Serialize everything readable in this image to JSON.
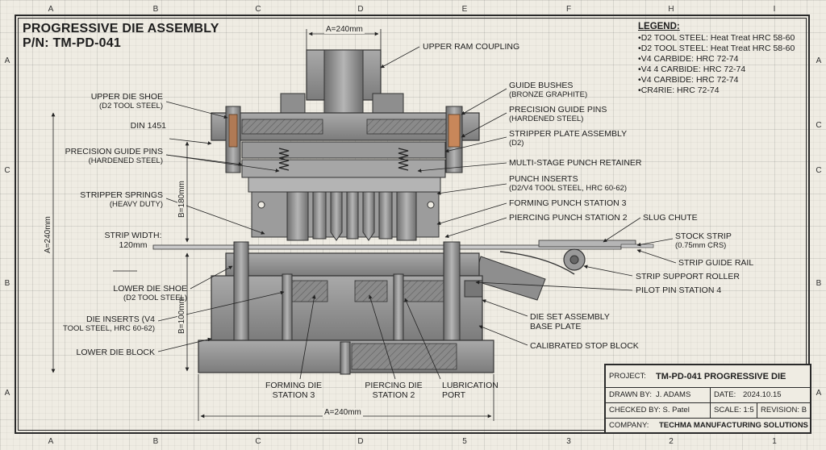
{
  "title": {
    "line1": "PROGRESSIVE DIE ASSEMBLY",
    "line2": "P/N: TM-PD-041"
  },
  "zones": {
    "top": [
      "A",
      "B",
      "C",
      "D",
      "E",
      "F",
      "H",
      "I"
    ],
    "bottom": [
      "A",
      "B",
      "C",
      "D",
      "5",
      "3",
      "2",
      "1"
    ],
    "left": [
      "A",
      "C",
      "B",
      "A"
    ],
    "right": [
      "A",
      "C",
      "C",
      "B",
      "A"
    ]
  },
  "legend": {
    "heading": "LEGEND:",
    "items": [
      "D2 TOOL STEEL: Heat Treat HRC 58-60",
      "D2 TOOL STEEL: Heat Treat HRC 58-60",
      "V4 CARBIDE: HRC 72-74",
      "V4 4 CARBIDE: HRC 72-74",
      "V4 CARBIDE: HRC 72-74",
      "CR4RIE: HRC 72-74"
    ]
  },
  "dimensions": {
    "top_width": "A=240mm",
    "bottom_width": "A=240mm",
    "height_total": "A=240mm",
    "upper_height": "B=180mm",
    "lower_height": "B=100mm",
    "strip_width_label": "STRIP WIDTH:",
    "strip_width_value": "120mm"
  },
  "labels_left": {
    "upper_die_shoe": "UPPER DIE SHOE",
    "upper_die_shoe_sub": "(D2 TOOL STEEL)",
    "din": "DIN 1451",
    "precision_guide_pins": "PRECISION GUIDE PINS",
    "precision_guide_pins_sub": "(HARDENED STEEL)",
    "stripper_springs": "STRIPPER SPRINGS",
    "stripper_springs_sub": "(HEAVY DUTY)",
    "lower_die_shoe": "LOWER DIE SHOE",
    "lower_die_shoe_sub": "(D2 TOOL STEEL)",
    "die_inserts": "DIE INSERTS (V4",
    "die_inserts_sub": "TOOL STEEL, HRC 60-62)",
    "lower_die_block": "LOWER DIE BLOCK"
  },
  "labels_right": {
    "upper_ram_coupling": "UPPER RAM COUPLING",
    "guide_bushes": "GUIDE BUSHES",
    "guide_bushes_sub": "(BRONZE GRAPHITE)",
    "precision_guide_pins": "PRECISION GUIDE PINS",
    "precision_guide_pins_sub": "(HARDENED STEEL)",
    "stripper_plate_assembly": "STRIPPER PLATE ASSEMBLY",
    "stripper_plate_assembly_sub": "(D2)",
    "multi_stage_punch_retainer": "MULTI-STAGE PUNCH RETAINER",
    "punch_inserts": "PUNCH INSERTS",
    "punch_inserts_sub": "(D2/V4 TOOL STEEL, HRC 60-62)",
    "forming_punch_station_3": "FORMING PUNCH STATION 3",
    "piercing_punch_station_2": "PIERCING PUNCH STATION 2",
    "slug_chute": "SLUG CHUTE",
    "stock_strip": "STOCK STRIP",
    "stock_strip_sub": "(0.75mm CRS)",
    "strip_guide_rail": "STRIP GUIDE RAIL",
    "strip_support_roller": "STRIP SUPPORT ROLLER",
    "pilot_pin_station_4": "PILOT PIN STATION 4",
    "die_set_assembly": "DIE SET ASSEMBLY",
    "die_set_assembly_sub": "BASE PLATE",
    "calibrated_stop_block": "CALIBRATED STOP BLOCK"
  },
  "labels_bottom": {
    "forming_die": "FORMING DIE",
    "forming_die_sub": "STATION 3",
    "piercing_die": "PIERCING DIE",
    "piercing_die_sub": "STATION 2",
    "lubrication": "LUBRICATION",
    "lubrication_sub": "PORT"
  },
  "title_block": {
    "project_label": "PROJECT:",
    "project_value": "TM-PD-041 PROGRESSIVE DIE",
    "drawn_label": "DRAWN BY:",
    "drawn_value": "J. ADAMS",
    "date_label": "DATE:",
    "date_value": "2024.10.15",
    "checked_label": "CHECKED BY:",
    "checked_value": "S. Patel",
    "scale_label": "SCALE:",
    "scale_value": "1:5",
    "revision_label": "REVISION:",
    "revision_value": "B",
    "company_label": "COMPANY:",
    "company_value": "TECHMA MANUFACTURING SOLUTIONS"
  }
}
